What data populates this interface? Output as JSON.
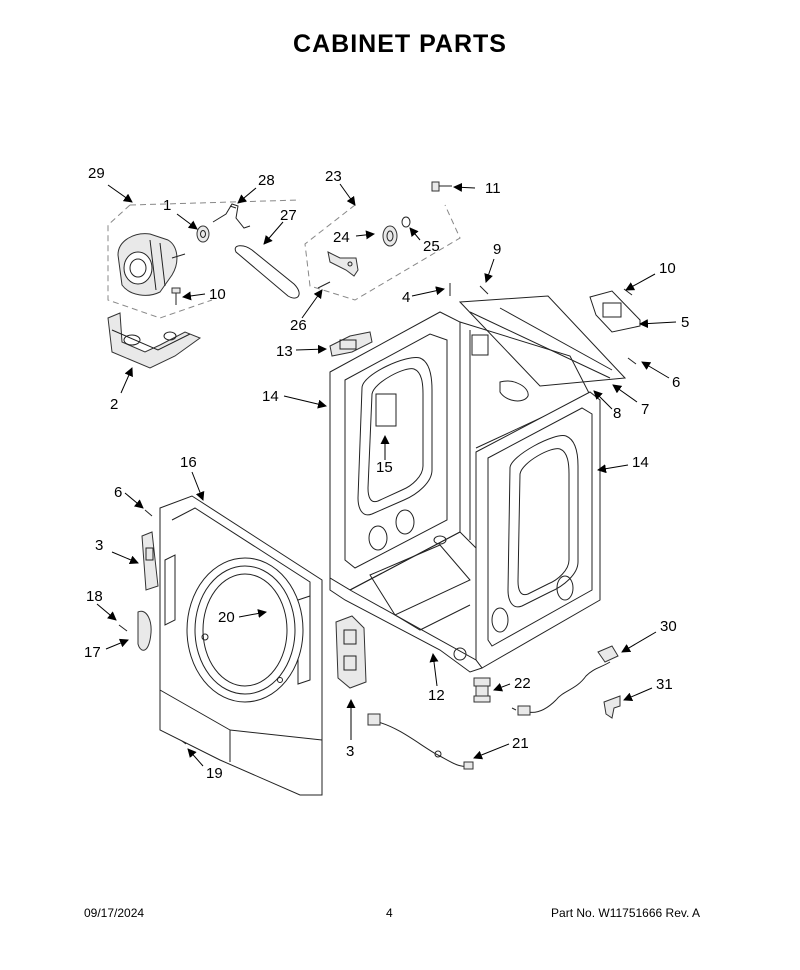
{
  "title": "CABINET PARTS",
  "callouts": [
    "1",
    "2",
    "3",
    "3",
    "4",
    "5",
    "6",
    "6",
    "7",
    "8",
    "9",
    "10",
    "10",
    "11",
    "12",
    "13",
    "14",
    "14",
    "15",
    "16",
    "17",
    "18",
    "19",
    "20",
    "21",
    "22",
    "23",
    "24",
    "25",
    "26",
    "27",
    "28",
    "29",
    "30",
    "31"
  ],
  "footer": {
    "date": "09/17/2024",
    "page": "4",
    "part_no": "Part No.  W11751666  Rev.  A"
  }
}
